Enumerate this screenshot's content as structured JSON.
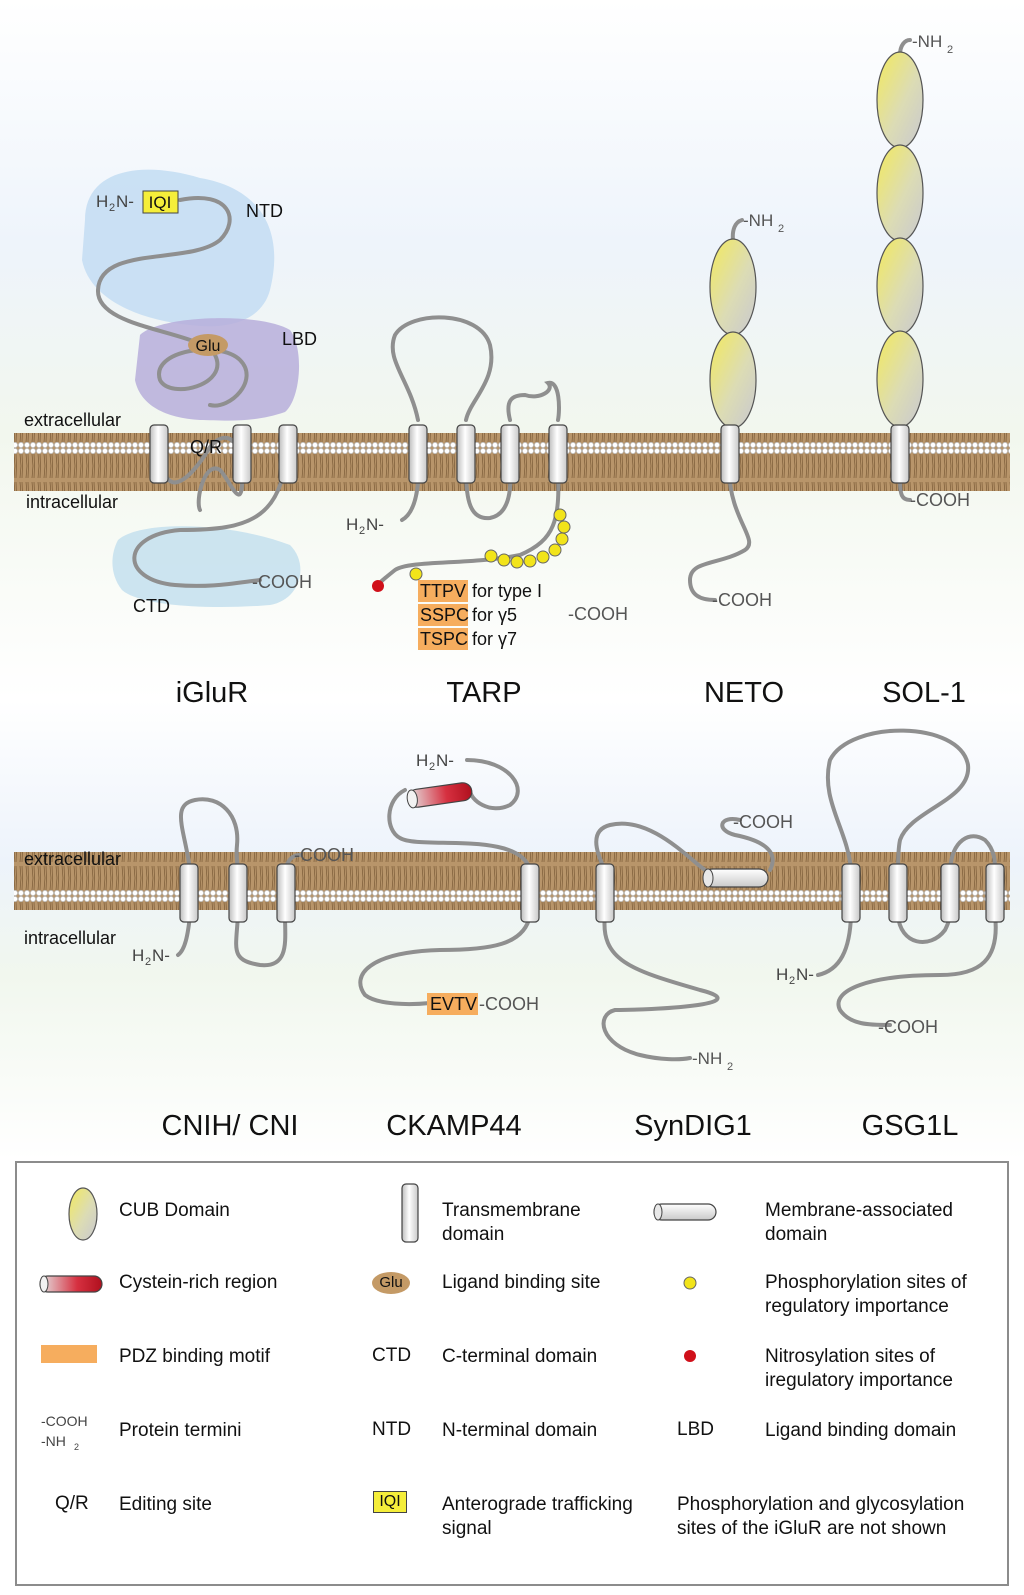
{
  "panels": {
    "top": {
      "extracellular": "extracellular",
      "intracellular": "intracellular",
      "iglur": {
        "name": "iGluR",
        "nterm_h": "H",
        "nterm_n": "N-",
        "iqi": "IQI",
        "ntd": "NTD",
        "glu": "Glu",
        "lbd": "LBD",
        "qr": "Q/R",
        "cooh": "-COOH",
        "ctd": "CTD"
      },
      "tarp": {
        "name": "TARP",
        "nterm": "H",
        "nterm_n": "N-",
        "cooh": "-COOH",
        "motifs": [
          {
            "motif": "TTPV",
            "label": "for type I"
          },
          {
            "motif": "SSPC",
            "label": "for γ5"
          },
          {
            "motif": "TSPC",
            "label": "for γ7"
          }
        ]
      },
      "neto": {
        "name": "NETO",
        "nh2": "-NH",
        "cooh": "-COOH"
      },
      "sol1": {
        "name": "SOL-1",
        "nh2": "-NH",
        "cooh": "-COOH"
      }
    },
    "bottom": {
      "extracellular": "extracellular",
      "intracellular": "intracellular",
      "cnih": {
        "name": "CNIH/ CNI",
        "nterm": "H",
        "nterm_n": "N-",
        "cooh": "-COOH"
      },
      "ckamp44": {
        "name": "CKAMP44",
        "nterm": "H",
        "nterm_n": "N-",
        "motif": "EVTV",
        "cooh": "-COOH"
      },
      "syndig1": {
        "name": "SynDIG1",
        "cooh": "-COOH",
        "nh2": "-NH"
      },
      "gsg1l": {
        "name": "GSG1L",
        "nterm": "H",
        "nterm_n": "N-",
        "cooh": "-COOH"
      }
    }
  },
  "legend": {
    "items": [
      {
        "symbol": "cub",
        "label": "CUB Domain"
      },
      {
        "symbol": "tm",
        "label": "Transmembrane\ndomain"
      },
      {
        "symbol": "mad",
        "label": "Membrane-associated\ndomain"
      },
      {
        "symbol": "cys",
        "label": "Cystein-rich region"
      },
      {
        "symbol": "glu",
        "symbol_text": "Glu",
        "label": "Ligand binding site"
      },
      {
        "symbol": "phos",
        "label": "Phosphorylation sites of\nregulatory importance"
      },
      {
        "symbol": "pdz",
        "label": "PDZ binding motif"
      },
      {
        "symbol": "ctd",
        "symbol_text": "CTD",
        "label": "C-terminal domain"
      },
      {
        "symbol": "nitro",
        "label": "Nitrosylation sites of\niregulatory importance"
      },
      {
        "symbol": "termini",
        "symbol_text": "-COOH\n-NH",
        "label": "Protein termini"
      },
      {
        "symbol": "ntd",
        "symbol_text": "NTD",
        "label": "N-terminal domain"
      },
      {
        "symbol": "lbd",
        "symbol_text": "LBD",
        "label": "Ligand binding domain"
      },
      {
        "symbol": "qr",
        "symbol_text": "Q/R",
        "label": "Editing site"
      },
      {
        "symbol": "iqi",
        "symbol_text": "IQI",
        "label": "Anterograde trafficking\nsignal"
      },
      {
        "symbol": "note",
        "label": "Phosphorylation and glycosylation\nsites of the iGluR are not shown"
      }
    ]
  },
  "colors": {
    "membrane": "#a9855c",
    "chain": "#8f8f8f",
    "pdz": "#f6ad5e",
    "iqi": "#f5ee3a",
    "phos": "#f2e41a",
    "nitro": "#d0101a",
    "glu": "#c49a66",
    "ntd": "#c5def3",
    "lbd": "#b7aedb",
    "ctd": "#c7e1ee"
  }
}
